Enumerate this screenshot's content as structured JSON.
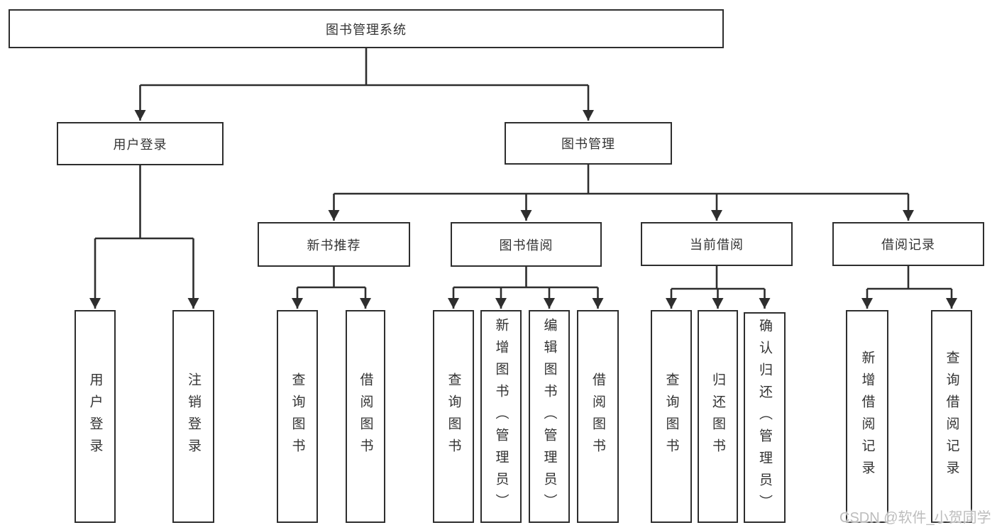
{
  "tree": {
    "root": {
      "label": "图书管理系统",
      "children": [
        {
          "label": "用户登录",
          "children": [
            {
              "label": "用户登录"
            },
            {
              "label": "注销登录"
            }
          ]
        },
        {
          "label": "图书管理",
          "children": [
            {
              "label": "新书推荐",
              "children": [
                {
                  "label": "查询图书"
                },
                {
                  "label": "借阅图书"
                }
              ]
            },
            {
              "label": "图书借阅",
              "children": [
                {
                  "label": "查询图书"
                },
                {
                  "label": "新增图书（管理员）"
                },
                {
                  "label": "编辑图书（管理员）"
                },
                {
                  "label": "借阅图书"
                }
              ]
            },
            {
              "label": "当前借阅",
              "children": [
                {
                  "label": "查询图书"
                },
                {
                  "label": "归还图书"
                },
                {
                  "label": "确认归还（管理员）"
                }
              ]
            },
            {
              "label": "借阅记录",
              "children": [
                {
                  "label": "新增借阅记录"
                },
                {
                  "label": "查询借阅记录"
                }
              ]
            }
          ]
        }
      ]
    }
  },
  "watermark": {
    "text": "CSDN @软件_小贺同学"
  },
  "colors": {
    "line": "#2e2e2e",
    "text": "#333333",
    "background": "#ffffff",
    "watermark": "#bdbdbd"
  }
}
